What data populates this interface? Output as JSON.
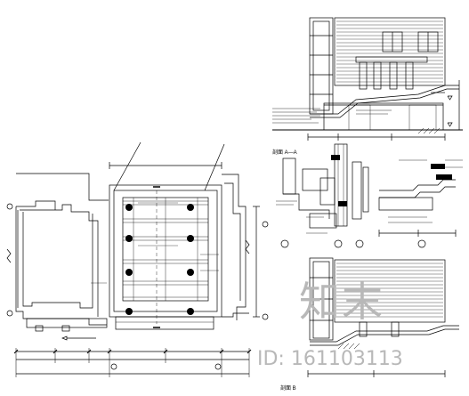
{
  "drawing": {
    "plan_title": "",
    "section1_title": "剖面 A—A",
    "section2_title": "剖面 B",
    "colors": {
      "ink": "#000000",
      "watermark": "#b8b8b8"
    }
  },
  "watermark": {
    "logo_text": "知末",
    "id_text": "ID: 161103113"
  }
}
